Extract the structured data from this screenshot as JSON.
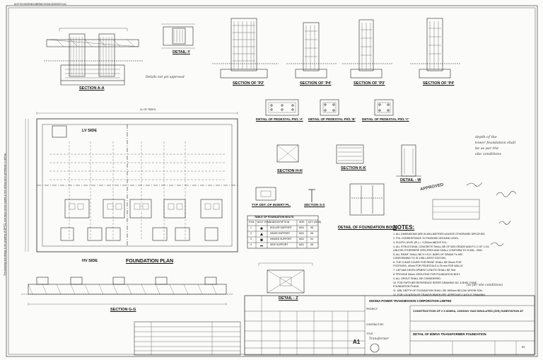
{
  "sheet": {
    "top_code": "AG/TX/GIS/GEN/01/BRM/CIV/001/2020/0074 AC",
    "side_note": "This drawing and design is the property of OPTCL and must not be copied or lent without prior permission in writing"
  },
  "views": {
    "section_aa": "SECTION A-A",
    "detail_y": "DETAIL-Y",
    "section_p2": "SECTION OF 'P2'",
    "section_p4_a": "SECTION OF 'P4'",
    "section_p3": "SECTION OF 'P3'",
    "section_p4_b": "SECTION OF 'P4'",
    "pedestal_a": "DETAIL OF PEDESTAL P0/1 'A'",
    "pedestal_b": "DETAIL OF PEDESTAL P0/1 'B'",
    "pedestal_c": "DETAIL OF PEDESTAL P0/1 'C'",
    "section_hh": "SECTION H-H",
    "section_kk": "SECTION K-K",
    "detail_w": "DETAIL - W",
    "insert_plate": "TYP. DET. OF INSERT PL.",
    "section_ss": "SECTION S-S",
    "foundation_bolt": "DETAIL OF FOUNDATION BOLT",
    "foundation_plan": "FOUNDATION PLAN",
    "section_gg": "SECTION G-G",
    "detail_z": "DETAIL - Z",
    "lv_side": "LV SIDE",
    "hv_side": "HV SIDE",
    "cl_transf": "CL OF TRAFO."
  },
  "bolt_table": {
    "title": "TABLE OF FOUNDATION BOLTS",
    "headers": [
      "SYM.",
      "BOLT SYMBOL",
      "DESCRIPTION",
      "SIZE",
      "QTY. (NOS)"
    ],
    "rows": [
      [
        "1",
        "",
        "ROLLER SUPPORT",
        "M24",
        "08"
      ],
      [
        "2",
        "",
        "HINGE SUPPORT",
        "M24",
        "08"
      ],
      [
        "3",
        "",
        "HINGED SUPPORT",
        "M24",
        "04"
      ],
      [
        "4",
        "",
        "SIDE SUPPORT",
        "M24",
        "08"
      ]
    ]
  },
  "notes": {
    "heading": "NOTES:",
    "items": [
      "1. ALL DIMENSIONS ARE IN MILLIMETRES UNLESS OTHERWISE SPECIFIED.",
      "2. FGL CORRESPONDS TO FINISHED GROUND LEVEL.",
      "3. PLINTH LEVEL (PL) = +150mm ABOVE FGL.",
      "4. ALL STRUCTURAL CONCRETE SHALL BE OF M25 GRADE AND P.C.C OF 1:3:6",
      "   UNLESS OTHERWISE SPECIFIED AND SHALL CONFORM TO IS:456 - 2000.",
      "5. ALL REINF. SHALL BE H.Y.S.D. BARS OF GRADE Fe 500",
      "   CONFORMING TO IS:1786 LATEST EDITION.",
      "6. THE CLEAR COVER FOR REINF. SHALL BE 50mm FOR",
      "   FOOTINGS, 40mm FOR PEDESTALS & 25 mm FOR WALLS.",
      "7. LAP AND DEVELOPMENT LENGTH SHALL BE 50d.",
      "8. PROVIDE 50mm GROUTING FOR FOUNDATION BOLT.",
      "9. ALL GROUT SHALL BE CONSIDERED.",
      "10. FOR FURTHER REFERENCE REFER DRAWING NO. & BHEL PUNE",
      "   FOUNDATION PLANS.",
      "11. MIN. DEPTH OF FOUNDATION SHALL BE 1800mm BELOW VIRGIN SOIL.",
      "12. FOR LOCATION OF TRANSFORMER REF. APPROVED LAYOUT DRAWING."
    ]
  },
  "annotations": {
    "approved": "APPROVED",
    "handnote_1": "depth of the",
    "handnote_2": "tower foundation shall",
    "handnote_3": "be as per the",
    "handnote_4": "site conditions",
    "handnote_left": "Details not yet approved",
    "handnote_notes": "(as per site conditions)",
    "handnote_title": "Transformer"
  },
  "title_block": {
    "client": "ODISHA POWER TRANSMISSION CORPORATION LIMITED",
    "project_label": "PROJECT:",
    "project": "CONSTRUCTION OF 2 X 80MVA, 220/33kV GAS INSULATED (GIS) SUBSTATION AT",
    "contractor_label": "CONTRACTOR:",
    "title_label": "TITLE:",
    "title": "DETAIL OF 80MVA TRANSFORMER FOUNDATION",
    "size": "A1",
    "revision": "R0"
  }
}
